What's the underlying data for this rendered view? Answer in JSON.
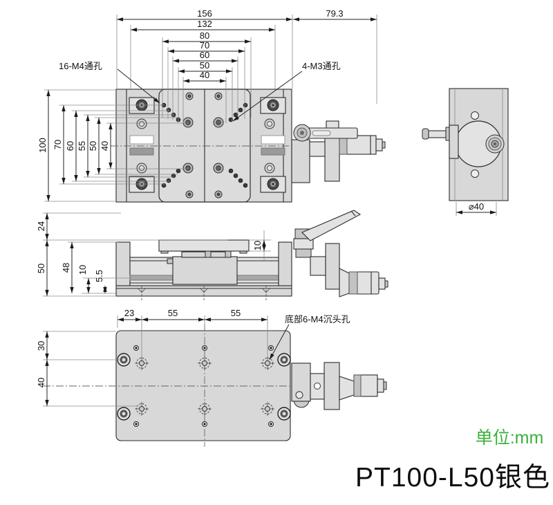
{
  "title": "PT100-L50银色",
  "unit_label": "单位:mm",
  "colors": {
    "accent_green": "#3CB03C",
    "line": "#222222",
    "body_fill": "#d8d8d8"
  },
  "top_view": {
    "hole_label_left": "16-M4通孔",
    "hole_label_right": "4-M3通孔",
    "width_dims": [
      "156",
      "132",
      "80",
      "70",
      "60",
      "50",
      "40"
    ],
    "offset_dim": "79.3",
    "height_dims": [
      "100",
      "70",
      "60",
      "55",
      "50",
      "40"
    ]
  },
  "end_view": {
    "diameter_dim": "⌀40"
  },
  "side_view": {
    "height_dims": [
      "24",
      "50",
      "48",
      "10",
      "5.5"
    ],
    "plate_thickness_dim": "10"
  },
  "bottom_view": {
    "hole_label": "底部6-M4沉头孔",
    "width_dims": [
      "23",
      "55",
      "55"
    ],
    "height_dims": [
      "30",
      "40"
    ]
  }
}
